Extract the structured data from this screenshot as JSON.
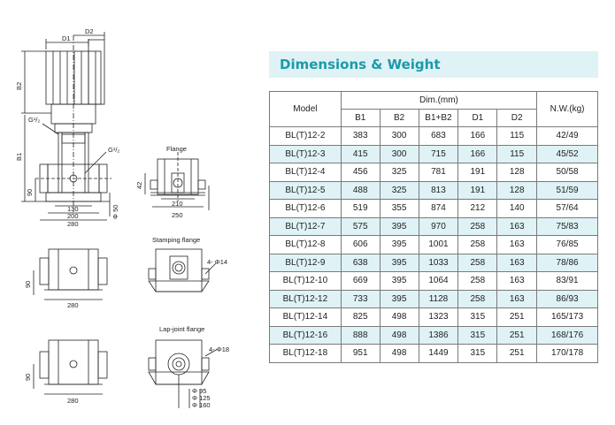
{
  "title": "Dimensions & Weight",
  "table": {
    "model_header": "Model",
    "dim_header": "Dim.(mm)",
    "weight_header": "N.W.(kg)",
    "columns": [
      "B1",
      "B2",
      "B1+B2",
      "D1",
      "D2"
    ],
    "rows": [
      {
        "model": "BL(T)12-2",
        "b1": "383",
        "b2": "300",
        "b1b2": "683",
        "d1": "166",
        "d2": "115",
        "nw": "42/49"
      },
      {
        "model": "BL(T)12-3",
        "b1": "415",
        "b2": "300",
        "b1b2": "715",
        "d1": "166",
        "d2": "115",
        "nw": "45/52"
      },
      {
        "model": "BL(T)12-4",
        "b1": "456",
        "b2": "325",
        "b1b2": "781",
        "d1": "191",
        "d2": "128",
        "nw": "50/58"
      },
      {
        "model": "BL(T)12-5",
        "b1": "488",
        "b2": "325",
        "b1b2": "813",
        "d1": "191",
        "d2": "128",
        "nw": "51/59"
      },
      {
        "model": "BL(T)12-6",
        "b1": "519",
        "b2": "355",
        "b1b2": "874",
        "d1": "212",
        "d2": "140",
        "nw": "57/64"
      },
      {
        "model": "BL(T)12-7",
        "b1": "575",
        "b2": "395",
        "b1b2": "970",
        "d1": "258",
        "d2": "163",
        "nw": "75/83"
      },
      {
        "model": "BL(T)12-8",
        "b1": "606",
        "b2": "395",
        "b1b2": "1001",
        "d1": "258",
        "d2": "163",
        "nw": "76/85"
      },
      {
        "model": "BL(T)12-9",
        "b1": "638",
        "b2": "395",
        "b1b2": "1033",
        "d1": "258",
        "d2": "163",
        "nw": "78/86"
      },
      {
        "model": "BL(T)12-10",
        "b1": "669",
        "b2": "395",
        "b1b2": "1064",
        "d1": "258",
        "d2": "163",
        "nw": "83/91"
      },
      {
        "model": "BL(T)12-12",
        "b1": "733",
        "b2": "395",
        "b1b2": "1128",
        "d1": "258",
        "d2": "163",
        "nw": "86/93"
      },
      {
        "model": "BL(T)12-14",
        "b1": "825",
        "b2": "498",
        "b1b2": "1323",
        "d1": "315",
        "d2": "251",
        "nw": "165/173"
      },
      {
        "model": "BL(T)12-16",
        "b1": "888",
        "b2": "498",
        "b1b2": "1386",
        "d1": "315",
        "d2": "251",
        "nw": "168/176"
      },
      {
        "model": "BL(T)12-18",
        "b1": "951",
        "b2": "498",
        "b1b2": "1449",
        "d1": "315",
        "d2": "251",
        "nw": "170/178"
      }
    ]
  },
  "drawing": {
    "labels": {
      "d1": "D1",
      "d2": "D2",
      "b2": "B2",
      "b1": "B1",
      "g_left": "G¹/₂",
      "g_right": "G¹/₂",
      "dim_90": "90",
      "dim_130": "130",
      "dim_200": "200",
      "dim_280": "280",
      "dim_phi50": "Φ 50",
      "flange": "Flange",
      "dim_42": "42",
      "dim_210": "210",
      "dim_250": "250",
      "stamping_flange": "Stamping flange",
      "dim_90b": "90",
      "dim_280b": "280",
      "holes_14": "4- Φ14",
      "lap_joint_flange": "Lap-joint flange",
      "dim_90c": "90",
      "dim_280c": "280",
      "holes_18": "4- Φ18",
      "phi95": "Φ 95",
      "phi125": "Φ 125",
      "phi160": "Φ 160"
    }
  }
}
